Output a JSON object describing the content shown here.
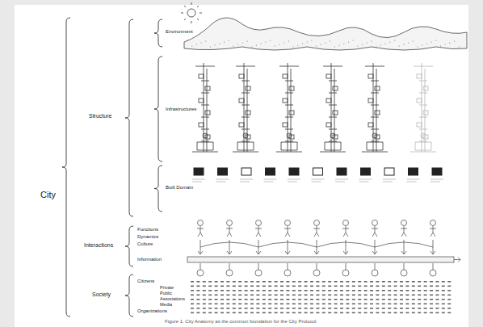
{
  "diagram": {
    "caption": "Figure 1. City Anatomy as the common foundation for the City Protocol.",
    "labels": [
      "City",
      "Structure",
      "Environment",
      "Infrastructures",
      "Built Domain",
      "Interactions",
      "Functions",
      "Dynamics",
      "Culture",
      "Information",
      "Society",
      "Citizens",
      "Private",
      "Public",
      "Associations",
      "Media",
      "Organizations"
    ]
  }
}
